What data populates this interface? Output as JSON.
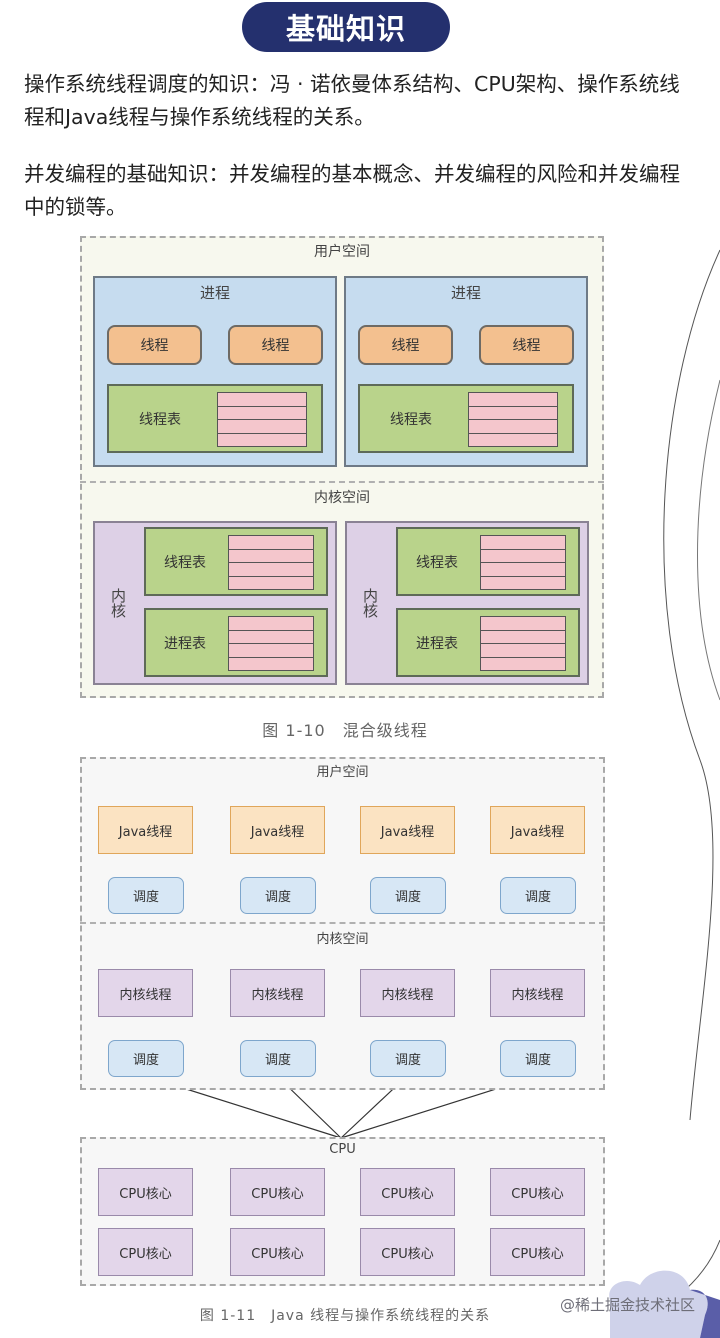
{
  "header": {
    "title": "基础知识",
    "accent": "#24306e"
  },
  "paragraphs": [
    "操作系统线程调度的知识：冯 · 诺依曼体系结构、CPU架构、操作系统线程和Java线程与操作系统线程的关系。",
    "并发编程的基础知识：并发编程的基本概念、并发编程的风险和并发编程中的锁等。"
  ],
  "figure1": {
    "user_space": "用户空间",
    "kernel_space": "内核空间",
    "processes": [
      {
        "title": "进程",
        "threads": [
          "线程",
          "线程"
        ],
        "table": "线程表"
      },
      {
        "title": "进程",
        "threads": [
          "线程",
          "线程"
        ],
        "table": "线程表"
      }
    ],
    "kernels": [
      {
        "label": "内核",
        "tables": [
          "线程表",
          "进程表"
        ]
      },
      {
        "label": "内核",
        "tables": [
          "线程表",
          "进程表"
        ]
      }
    ],
    "caption": "图 1-10　混合级线程"
  },
  "figure2": {
    "user_space": "用户空间",
    "kernel_space": "内核空间",
    "java_threads": [
      "Java线程",
      "Java线程",
      "Java线程",
      "Java线程"
    ],
    "user_sched": [
      "调度",
      "调度",
      "调度",
      "调度"
    ],
    "kernel_threads": [
      "内核线程",
      "内核线程",
      "内核线程",
      "内核线程"
    ],
    "kernel_sched": [
      "调度",
      "调度",
      "调度",
      "调度"
    ],
    "cpu_label": "CPU",
    "cpu_cores": [
      "CPU核心",
      "CPU核心",
      "CPU核心",
      "CPU核心",
      "CPU核心",
      "CPU核心",
      "CPU核心",
      "CPU核心"
    ],
    "caption": "图 1-11　Java 线程与操作系统线程的关系"
  },
  "watermark": "@稀土掘金技术社区",
  "decor": {
    "icon": "cloud-icon"
  }
}
